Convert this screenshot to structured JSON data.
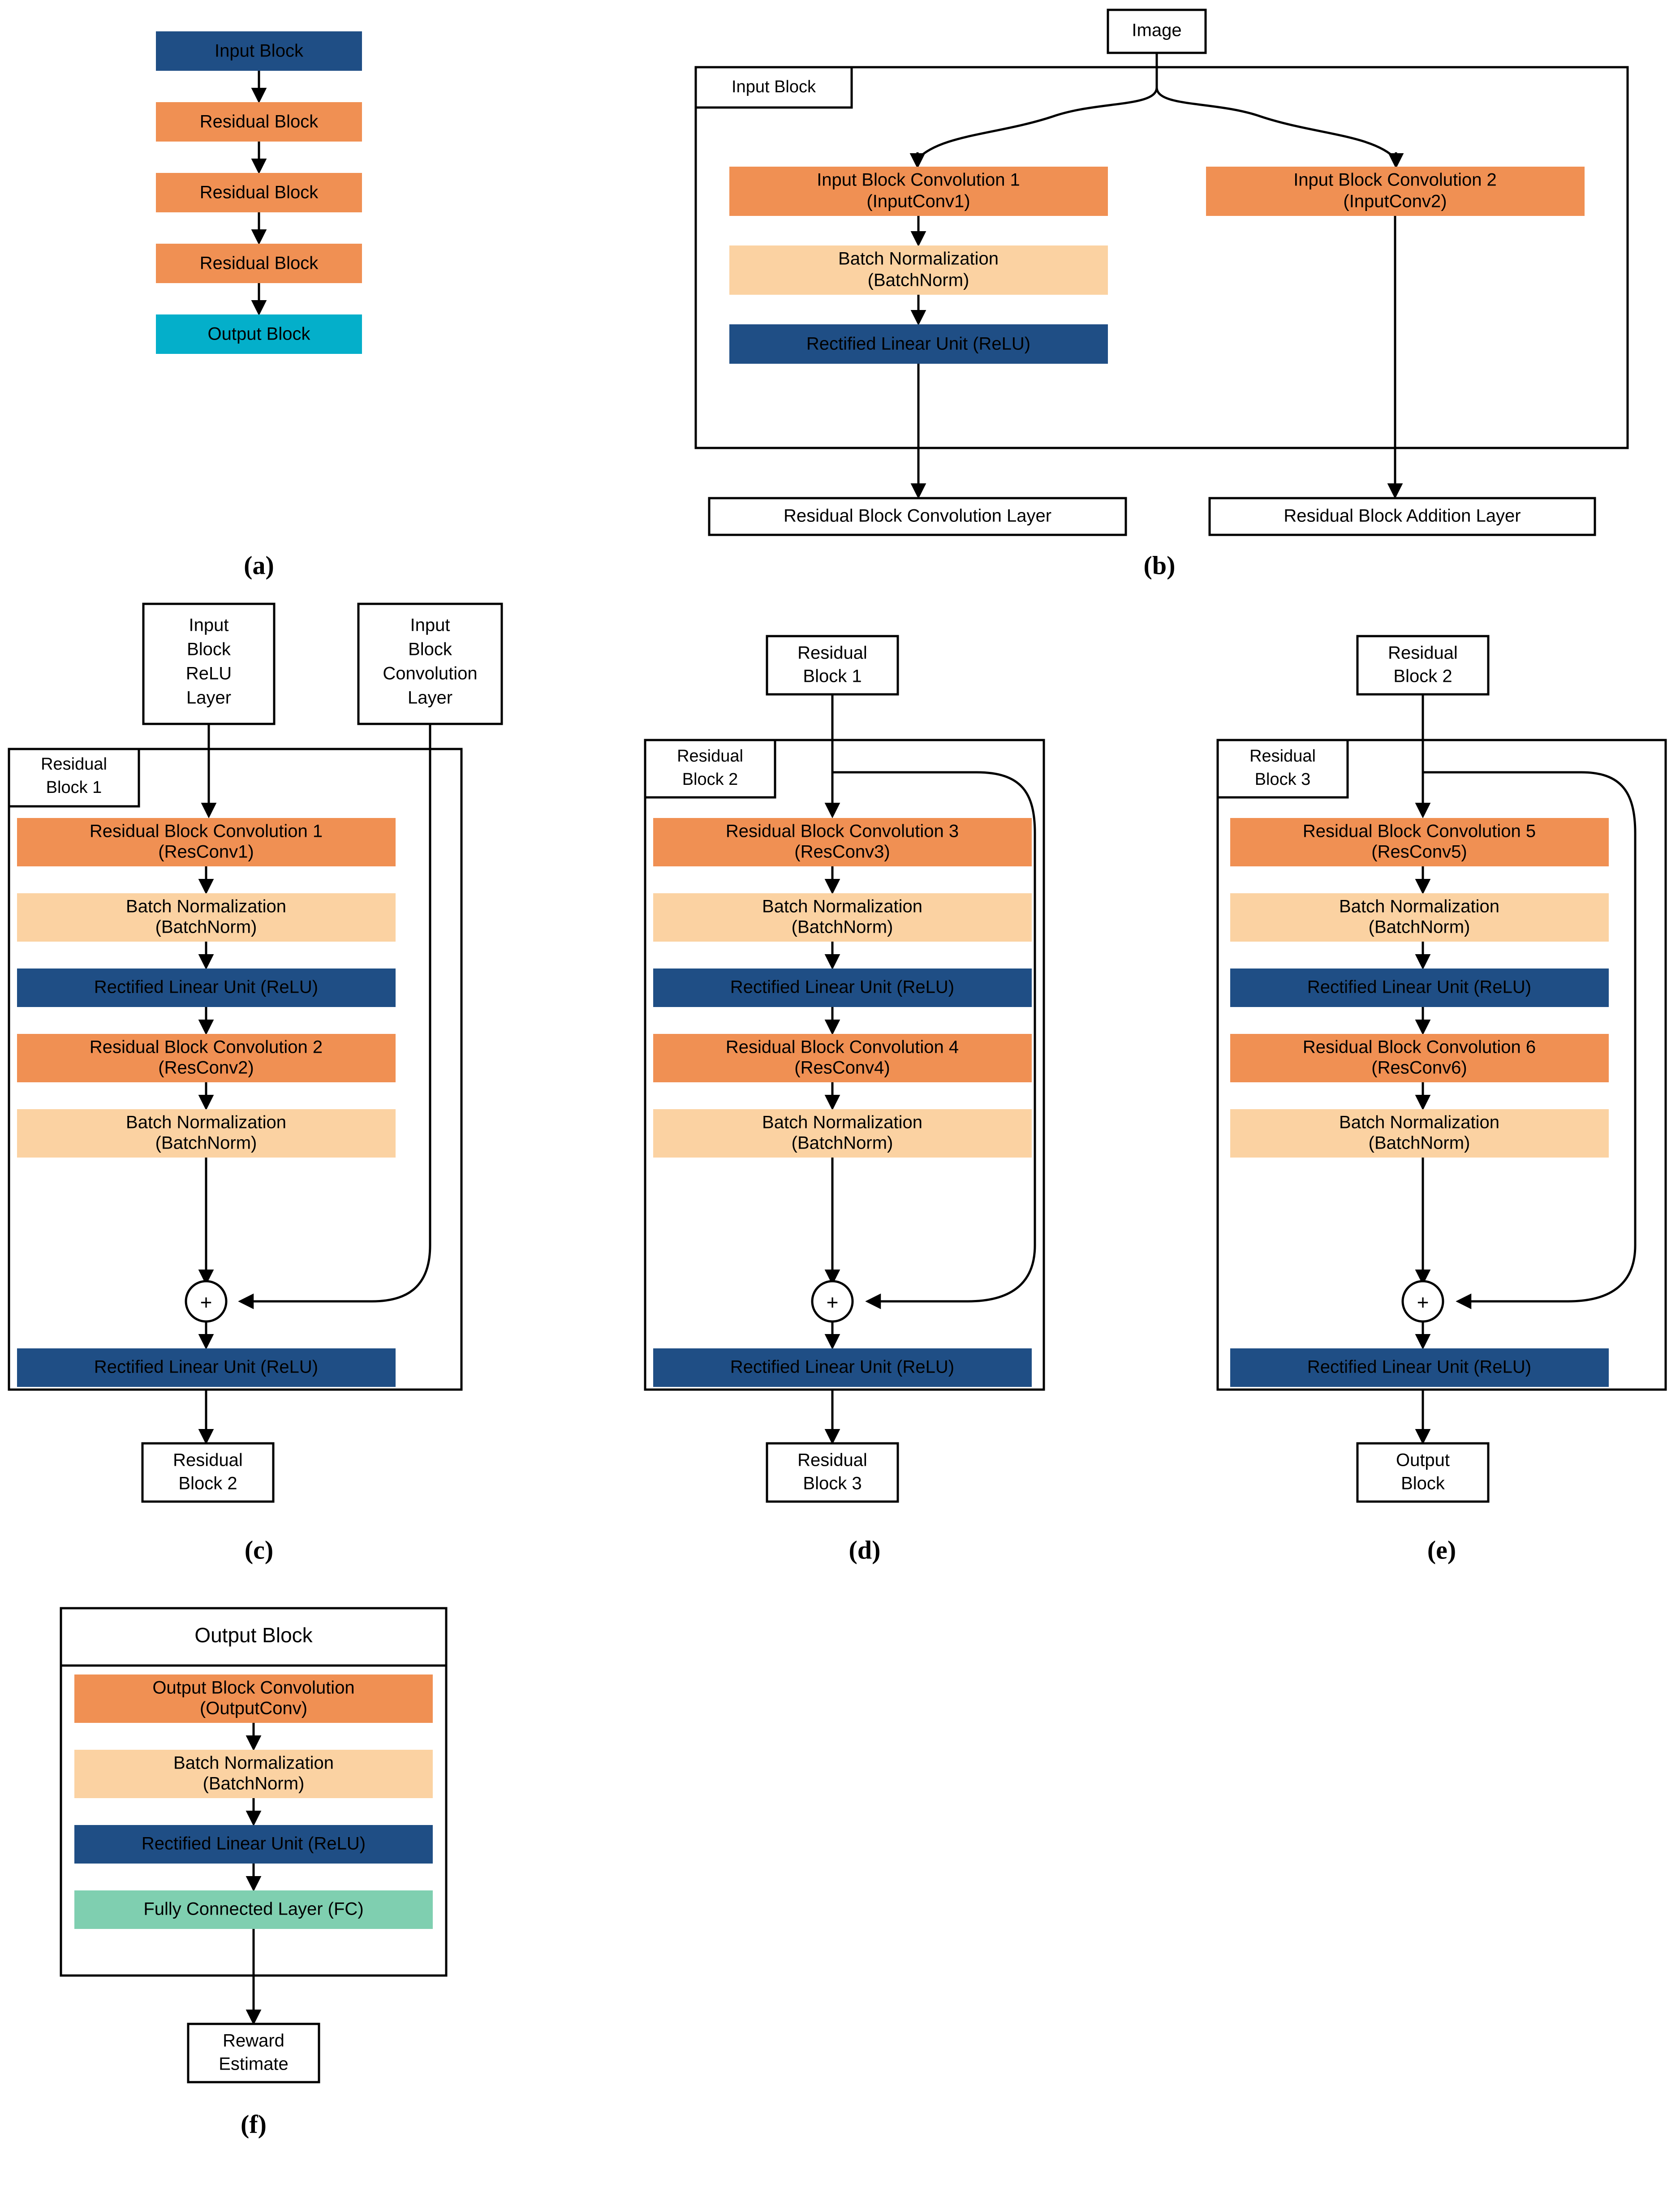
{
  "palette": {
    "conv_orange": "#F09053",
    "batchnorm_light": "#FBD2A2",
    "relu_blue": "#1F4E85",
    "output_cyan": "#04AFCA",
    "fc_green": "#7FCFB0",
    "outline_black": "#000000",
    "background_white": "#FFFFFF"
  },
  "labels": {
    "batch_norm_line1": "Batch Normalization",
    "batch_norm_line2": "(BatchNorm)",
    "relu": "Rectified Linear Unit (ReLU)",
    "plus": "+"
  },
  "panel_a": {
    "caption": "(a)",
    "blocks": [
      {
        "label": "Input Block",
        "color": "relu_blue",
        "text_color": "white"
      },
      {
        "label": "Residual Block",
        "color": "conv_orange",
        "text_color": "black"
      },
      {
        "label": "Residual Block",
        "color": "conv_orange",
        "text_color": "black"
      },
      {
        "label": "Residual Block",
        "color": "conv_orange",
        "text_color": "black"
      },
      {
        "label": "Output Block",
        "color": "output_cyan",
        "text_color": "black"
      }
    ]
  },
  "panel_b": {
    "caption": "(b)",
    "source_node": "Image",
    "frame_label": "Input Block",
    "left_branch": [
      {
        "line1": "Input Block Convolution 1",
        "line2": "(InputConv1)",
        "color": "conv_orange"
      },
      {
        "line1": "Batch Normalization",
        "line2": "(BatchNorm)",
        "color": "batchnorm_light"
      },
      {
        "line1": "Rectified Linear Unit (ReLU)",
        "line2": "",
        "color": "relu_blue"
      }
    ],
    "right_branch": [
      {
        "line1": "Input Block Convolution 2",
        "line2": "(InputConv2)",
        "color": "conv_orange"
      }
    ],
    "outputs": [
      "Residual Block Convolution Layer",
      "Residual Block Addition Layer"
    ]
  },
  "panel_c": {
    "caption": "(c)",
    "input_left": [
      "Input",
      "Block",
      "ReLU",
      "Layer"
    ],
    "input_right": [
      "Input",
      "Block",
      "Convolution",
      "Layer"
    ],
    "frame_label": [
      "Residual",
      "Block 1"
    ],
    "layers": [
      {
        "line1": "Residual Block Convolution 1",
        "line2": "(ResConv1)",
        "color": "conv_orange",
        "text_color": "black"
      },
      {
        "line1": "Batch Normalization",
        "line2": "(BatchNorm)",
        "color": "batchnorm_light",
        "text_color": "black"
      },
      {
        "line1": "Rectified Linear Unit (ReLU)",
        "line2": "",
        "color": "relu_blue",
        "text_color": "white"
      },
      {
        "line1": "Residual Block Convolution 2",
        "line2": "(ResConv2)",
        "color": "conv_orange",
        "text_color": "black"
      },
      {
        "line1": "Batch Normalization",
        "line2": "(BatchNorm)",
        "color": "batchnorm_light",
        "text_color": "black"
      }
    ],
    "add_node": "+",
    "post_add": {
      "line1": "Rectified Linear Unit (ReLU)",
      "color": "relu_blue",
      "text_color": "white"
    },
    "output": [
      "Residual",
      "Block 2"
    ]
  },
  "panel_d": {
    "caption": "(d)",
    "input": [
      "Residual",
      "Block 1"
    ],
    "frame_label": [
      "Residual",
      "Block 2"
    ],
    "layers": [
      {
        "line1": "Residual Block Convolution 3",
        "line2": "(ResConv3)",
        "color": "conv_orange",
        "text_color": "black"
      },
      {
        "line1": "Batch Normalization",
        "line2": "(BatchNorm)",
        "color": "batchnorm_light",
        "text_color": "black"
      },
      {
        "line1": "Rectified Linear Unit (ReLU)",
        "line2": "",
        "color": "relu_blue",
        "text_color": "white"
      },
      {
        "line1": "Residual Block Convolution 4",
        "line2": "(ResConv4)",
        "color": "conv_orange",
        "text_color": "black"
      },
      {
        "line1": "Batch Normalization",
        "line2": "(BatchNorm)",
        "color": "batchnorm_light",
        "text_color": "black"
      }
    ],
    "add_node": "+",
    "post_add": {
      "line1": "Rectified Linear Unit (ReLU)",
      "color": "relu_blue",
      "text_color": "white"
    },
    "output": [
      "Residual",
      "Block 3"
    ]
  },
  "panel_e": {
    "caption": "(e)",
    "input": [
      "Residual",
      "Block 2"
    ],
    "frame_label": [
      "Residual",
      "Block 3"
    ],
    "layers": [
      {
        "line1": "Residual Block Convolution 5",
        "line2": "(ResConv5)",
        "color": "conv_orange",
        "text_color": "black"
      },
      {
        "line1": "Batch Normalization",
        "line2": "(BatchNorm)",
        "color": "batchnorm_light",
        "text_color": "black"
      },
      {
        "line1": "Rectified Linear Unit (ReLU)",
        "line2": "",
        "color": "relu_blue",
        "text_color": "white"
      },
      {
        "line1": "Residual Block Convolution 6",
        "line2": "(ResConv6)",
        "color": "conv_orange",
        "text_color": "black"
      },
      {
        "line1": "Batch Normalization",
        "line2": "(BatchNorm)",
        "color": "batchnorm_light",
        "text_color": "black"
      }
    ],
    "add_node": "+",
    "post_add": {
      "line1": "Rectified Linear Unit (ReLU)",
      "color": "relu_blue",
      "text_color": "white"
    },
    "output": [
      "Output",
      "Block"
    ]
  },
  "panel_f": {
    "caption": "(f)",
    "title": "Output Block",
    "layers": [
      {
        "line1": "Output Block Convolution",
        "line2": "(OutputConv)",
        "color": "conv_orange",
        "text_color": "black"
      },
      {
        "line1": "Batch Normalization",
        "line2": "(BatchNorm)",
        "color": "batchnorm_light",
        "text_color": "black"
      },
      {
        "line1": "Rectified Linear Unit (ReLU)",
        "line2": "",
        "color": "relu_blue",
        "text_color": "white"
      },
      {
        "line1": "Fully Connected Layer (FC)",
        "line2": "",
        "color": "fc_green",
        "text_color": "black"
      }
    ],
    "output": [
      "Reward",
      "Estimate"
    ]
  }
}
